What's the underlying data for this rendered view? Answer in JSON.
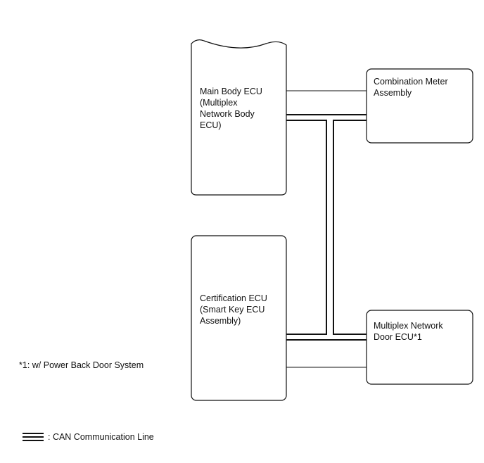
{
  "nodes": {
    "main_body_ecu": {
      "label": "Main Body ECU\n(Multiplex\nNetwork Body\nECU)"
    },
    "combination_meter": {
      "label": "Combination Meter\nAssembly"
    },
    "certification_ecu": {
      "label": "Certification ECU\n(Smart Key ECU\nAssembly)"
    },
    "multiplex_door_ecu": {
      "label": "Multiplex Network\nDoor ECU*1"
    }
  },
  "footnote": "*1: w/ Power Back Door System",
  "legend": {
    "can_line": ": CAN Communication Line"
  },
  "colors": {
    "line": "#111111",
    "background": "#ffffff"
  }
}
